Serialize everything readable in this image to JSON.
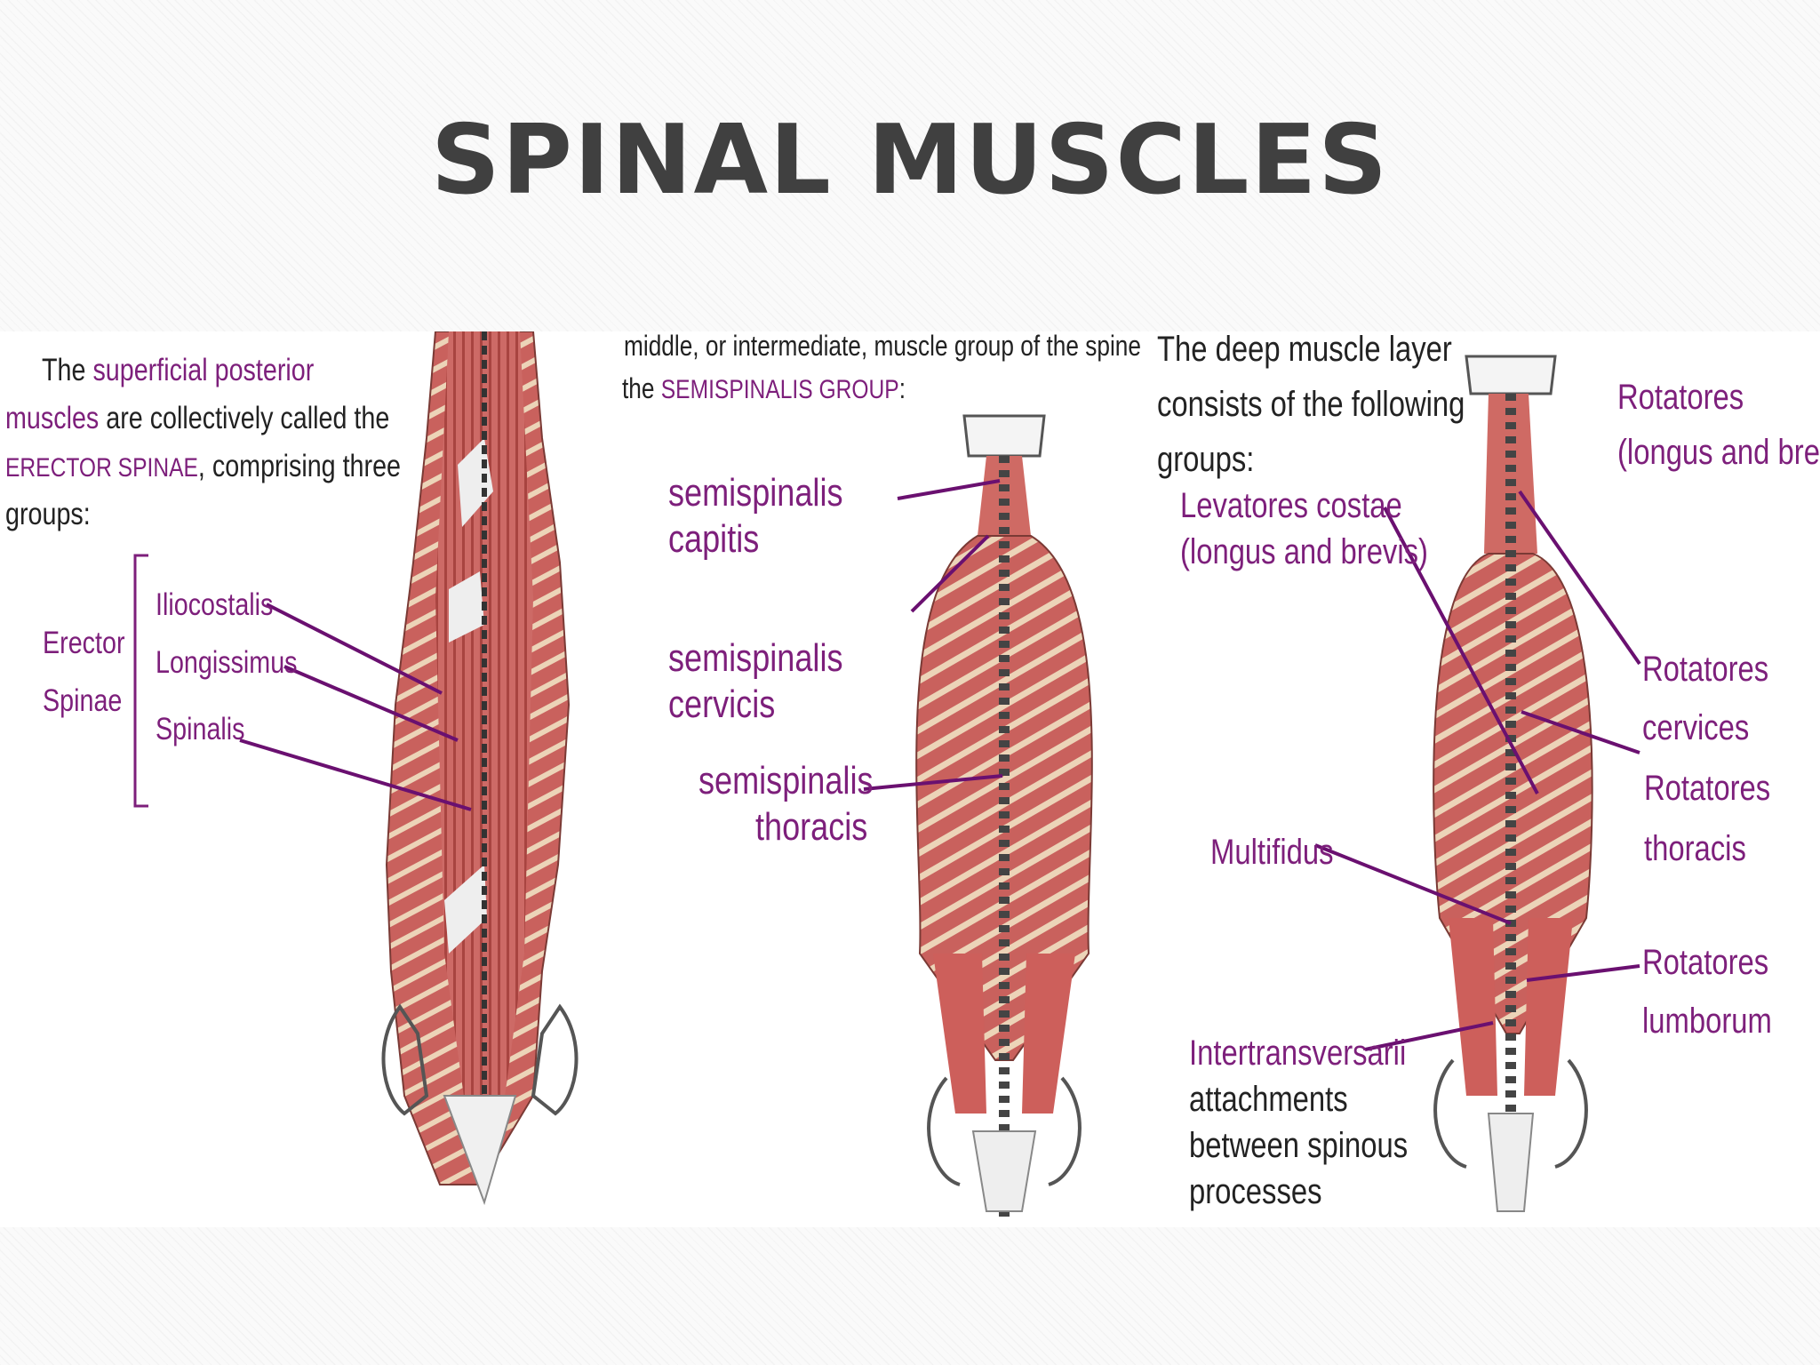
{
  "title": "SPINAL MUSCLES",
  "panel1": {
    "intro": [
      {
        "a": "The ",
        "b": "superficial posterior",
        "c": ""
      },
      {
        "a": "",
        "b": "muscles",
        "c": " are collectively called the"
      },
      {
        "a": "",
        "b": "ERECTOR SPINAE",
        "c": ", comprising three"
      },
      {
        "a": "groups:",
        "b": "",
        "c": ""
      }
    ],
    "group_label": [
      "Erector",
      "Spinae"
    ],
    "labels": [
      "Iliocostalis",
      "Longissimus",
      "Spinalis"
    ]
  },
  "panel2": {
    "intro_line1": "middle, or intermediate, muscle group of the spine",
    "intro_line2_a": "the ",
    "intro_line2_b": "SEMISPINALIS GROUP",
    "intro_line2_c": ":",
    "labels": [
      [
        "semispinalis",
        "capitis"
      ],
      [
        "semispinalis",
        "cervicis"
      ],
      [
        "semispinalis",
        "thoracis"
      ]
    ]
  },
  "panel3": {
    "intro": [
      "The deep muscle layer",
      "consists of the following",
      "groups:"
    ],
    "levatores": [
      "Levatores costae",
      "(longus and brevis)"
    ],
    "rotatores": [
      "Rotatores",
      "(longus and brevis)"
    ],
    "rot_cervices": [
      "Rotatores",
      "cervices"
    ],
    "rot_thoracis": [
      "Rotatores",
      "thoracis"
    ],
    "rot_lumborum": [
      "Rotatores",
      "lumborum"
    ],
    "multifidus": "Multifidus",
    "intertrans": "Intertransversarii",
    "intertrans_desc": [
      "attachments",
      "between spinous",
      "processes"
    ]
  },
  "colors": {
    "label_purple": "#7d1f7b",
    "leader_line": "#6a1070",
    "muscle_red": "#c9615d",
    "title_gray": "#404040"
  }
}
